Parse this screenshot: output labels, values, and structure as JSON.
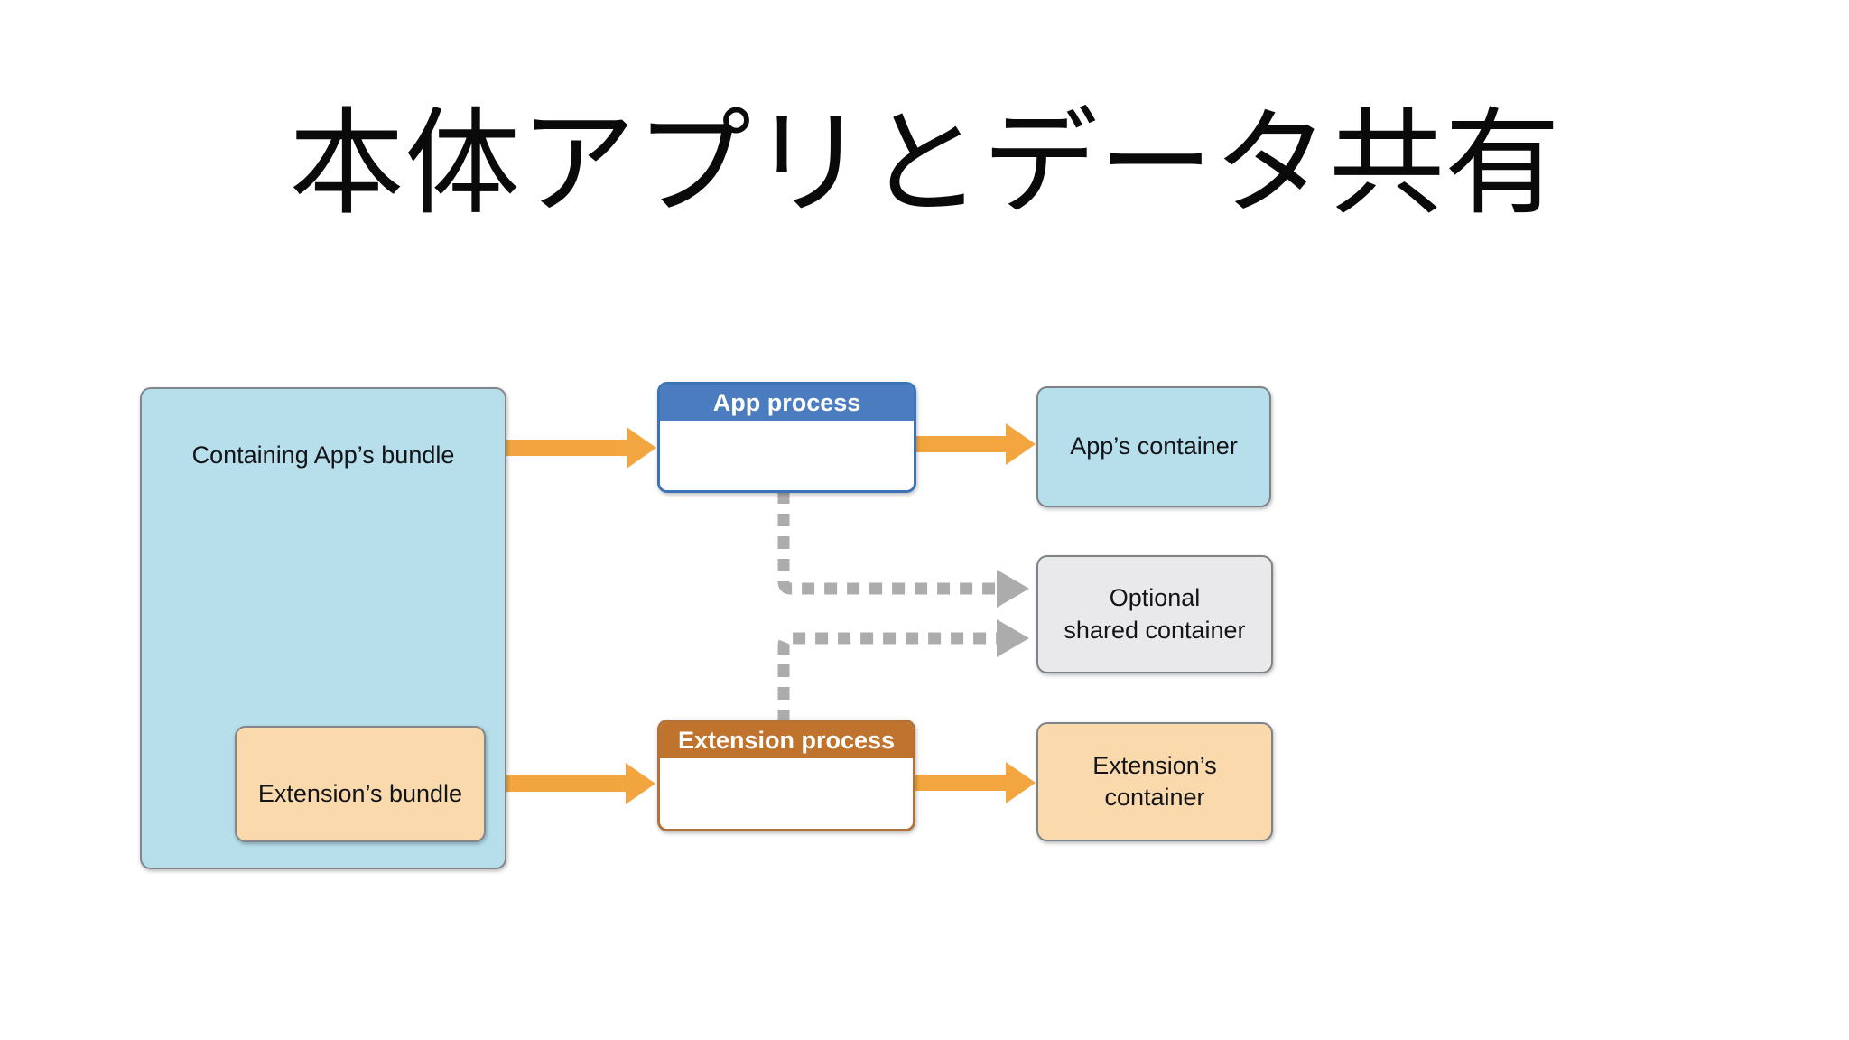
{
  "slide": {
    "title": "本体アプリとデータ共有",
    "background": "#FFFFFF"
  },
  "diagram": {
    "nodes": {
      "containing_bundle": {
        "label": "Containing App’s bundle",
        "fill": "#B7DEEB"
      },
      "extension_bundle": {
        "label": "Extension’s bundle",
        "fill": "#FAD9AD"
      },
      "app_process": {
        "label": "App process",
        "header_fill": "#4A7CBF",
        "border": "#3C73B7",
        "body_fill": "#FFFFFF"
      },
      "extension_process": {
        "label": "Extension process",
        "header_fill": "#C0732D",
        "border": "#B0733A",
        "body_fill": "#FFFFFF"
      },
      "apps_container": {
        "label": "App’s container",
        "fill": "#B7DEEB"
      },
      "shared_container": {
        "label": "Optional\nshared container",
        "fill": "#E9E8EB"
      },
      "extensions_container": {
        "label": "Extension’s\ncontainer",
        "fill": "#FAD9AD"
      }
    },
    "connections": [
      {
        "from": "containing_bundle",
        "to": "app_process",
        "style": "solid-orange-arrow"
      },
      {
        "from": "app_process",
        "to": "apps_container",
        "style": "solid-orange-arrow"
      },
      {
        "from": "extension_bundle",
        "to": "extension_process",
        "style": "solid-orange-arrow"
      },
      {
        "from": "extension_process",
        "to": "extensions_container",
        "style": "solid-orange-arrow"
      },
      {
        "from": "app_process",
        "to": "shared_container",
        "style": "dashed-gray-arrow"
      },
      {
        "from": "extension_process",
        "to": "shared_container",
        "style": "dashed-gray-arrow"
      }
    ],
    "colors": {
      "solid_arrow": "#F3A63F",
      "dashed_arrow": "#ACACAC",
      "node_border_gray": "#82878C",
      "label_text": "#121418",
      "header_text": "#FFFFFF"
    }
  }
}
